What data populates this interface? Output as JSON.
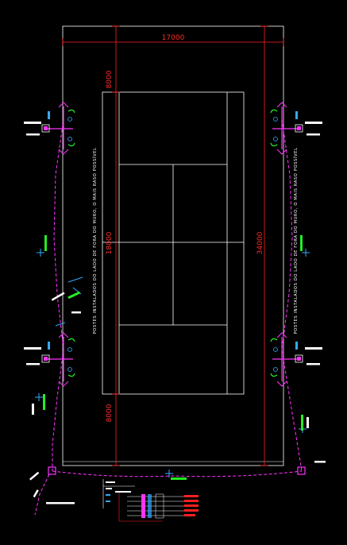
{
  "drawing": {
    "dimensions": {
      "width_total": "17000",
      "end_top": "8000",
      "court_length": "18000",
      "end_bottom": "8000",
      "length_total": "34000"
    },
    "notes": {
      "left_side": "POSTES INSTALADOS DO LADO DE FORA DO MURO, O MAIS RASO POSSÍVEL",
      "right_side": "POSTES INSTALADOS DO LADO DE FORA DO MURO, O MAIS RASO POSSÍVEL"
    },
    "colors": {
      "background": "#000000",
      "outline": "#ffffff",
      "dimension": "#ff2020",
      "cable": "#ff33ff",
      "fixture": "#33aaff",
      "label": "#22ee22"
    }
  }
}
